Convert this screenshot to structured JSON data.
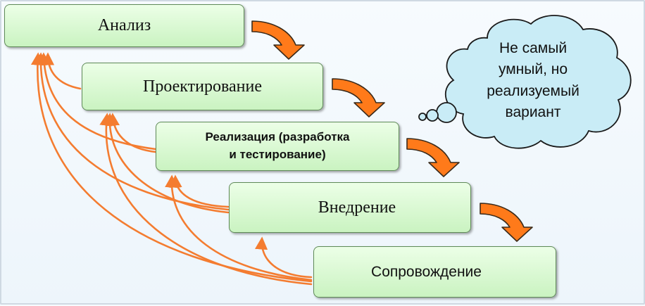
{
  "stages": [
    {
      "id": "analysis",
      "label": "Анализ"
    },
    {
      "id": "design",
      "label": "Проектирование"
    },
    {
      "id": "implementation",
      "label_line1": "Реализация (разработка",
      "label_line2": "и тестирование)"
    },
    {
      "id": "deployment",
      "label": "Внедрение"
    },
    {
      "id": "maintenance",
      "label": "Сопровождение"
    }
  ],
  "callout": {
    "lines": [
      "Не самый",
      "умный, но",
      "реализуемый",
      "вариант"
    ]
  },
  "colors": {
    "box_fill_top": "#ecffe7",
    "box_fill_bottom": "#caf3c1",
    "box_border": "#5f8a58",
    "arrow_orange": "#ff7a1a",
    "feedback_orange": "#f47c30",
    "cloud_fill": "#c9ecf6",
    "cloud_stroke": "#1a1a1a"
  }
}
